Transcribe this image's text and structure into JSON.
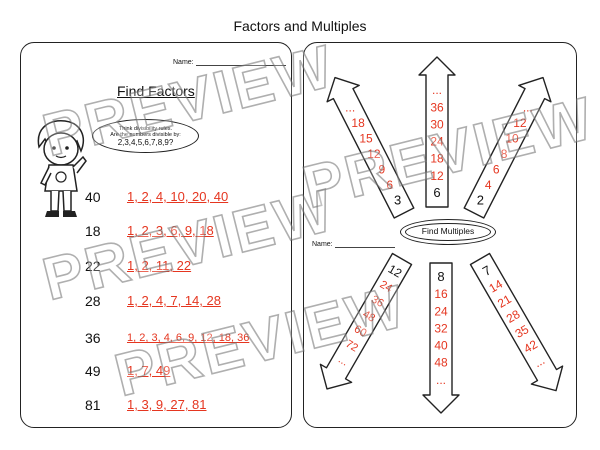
{
  "title": "Factors and Multiples",
  "name_label": "Name:",
  "left": {
    "heading": "Find Factors",
    "bubble": {
      "line1": "Think divisibility rules.",
      "line2": "Are the numbers divisible by:",
      "line3": "2,3,4,5,6,7,8,9?"
    },
    "rows": [
      {
        "number": "40",
        "factors": "1, 2, 4, 10, 20, 40"
      },
      {
        "number": "18",
        "factors": "1, 2, 3, 6, 9, 18"
      },
      {
        "number": "22",
        "factors": "1, 2, 11, 22"
      },
      {
        "number": "28",
        "factors": "1, 2, 4, 7, 14, 28"
      },
      {
        "number": "36",
        "factors": "1, 2, 3, 4, 6, 9, 12, 18, 36"
      },
      {
        "number": "49",
        "factors": "1, 7, 49"
      },
      {
        "number": "81",
        "factors": "1, 3, 9, 27, 81"
      }
    ]
  },
  "right": {
    "heading": "Find Multiples",
    "arrows": [
      {
        "base": "3",
        "multiples": [
          "6",
          "9",
          "12",
          "15",
          "18"
        ],
        "more": "..."
      },
      {
        "base": "6",
        "multiples": [
          "12",
          "18",
          "24",
          "30",
          "36"
        ],
        "more": "..."
      },
      {
        "base": "2",
        "multiples": [
          "4",
          "6",
          "8",
          "10",
          "12"
        ],
        "more": "..."
      },
      {
        "base": "12",
        "multiples": [
          "24",
          "36",
          "48",
          "60",
          "72"
        ],
        "more": "..."
      },
      {
        "base": "8",
        "multiples": [
          "16",
          "24",
          "32",
          "40",
          "48"
        ],
        "more": "..."
      },
      {
        "base": "7",
        "multiples": [
          "14",
          "21",
          "28",
          "35",
          "42"
        ],
        "more": "..."
      }
    ]
  },
  "watermark": "PREVIEW",
  "colors": {
    "answer": "#e53620",
    "ink": "#111111",
    "border": "#222222"
  }
}
